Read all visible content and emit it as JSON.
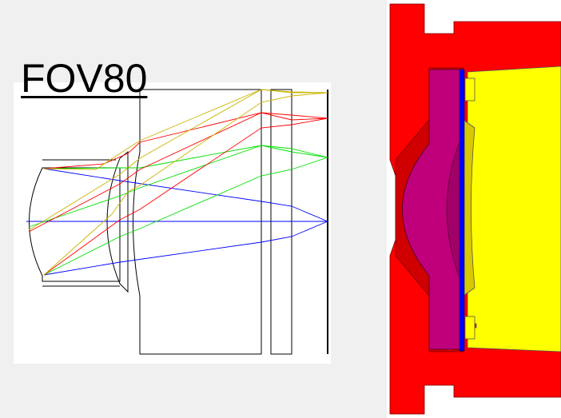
{
  "title": "FOV80",
  "colors": {
    "page_background": "#f0f0f0",
    "ray_field_max": "#c8b400",
    "ray_field_mid": "#ff0000",
    "ray_field_low": "#00e000",
    "ray_on_axis": "#0000ff",
    "housing": "#ff0000",
    "housing_inner": "#c00000",
    "lens": "#c0007a",
    "sensor_window": "#0000ff",
    "image_module": "#ffff00"
  },
  "panels": {
    "ray_trace": {
      "description_name": "optical-layout"
    },
    "mechanical": {
      "description_name": "lens-housing-cross-section"
    }
  }
}
